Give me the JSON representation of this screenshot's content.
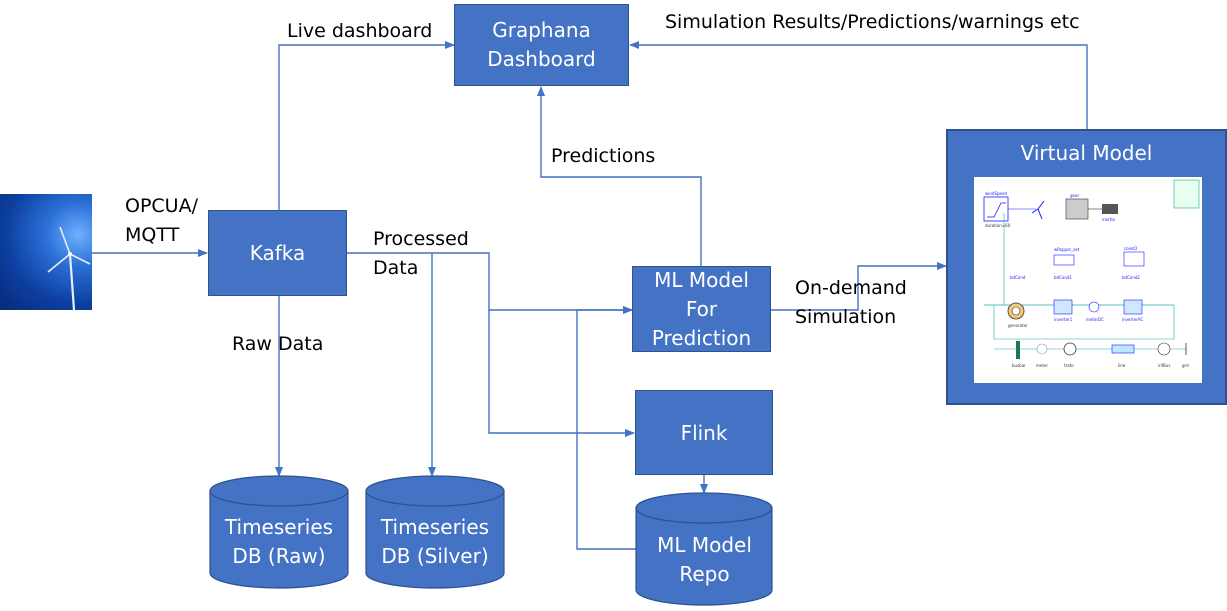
{
  "nodes": {
    "kafka": "Kafka",
    "graphana_l1": "Graphana",
    "graphana_l2": "Dashboard",
    "ml_model_l1": "ML Model",
    "ml_model_l2": "For",
    "ml_model_l3": "Prediction",
    "flink": "Flink",
    "virtual_model": "Virtual Model",
    "db_raw_l1": "Timeseries",
    "db_raw_l2": "DB (Raw)",
    "db_silver_l1": "Timeseries",
    "db_silver_l2": "DB (Silver)",
    "ml_repo_l1": "ML Model",
    "ml_repo_l2": "Repo"
  },
  "edges": {
    "opcua_l1": "OPCUA/",
    "opcua_l2": "MQTT",
    "live_dashboard": "Live dashboard",
    "simulation_results": "Simulation Results/Predictions/warnings etc",
    "predictions": "Predictions",
    "processed_l1": "Processed",
    "processed_l2": "Data",
    "raw_data": "Raw Data",
    "on_demand_l1": "On-demand",
    "on_demand_l2": "Simulation"
  },
  "virtual_model_diagram": {
    "wind_speed": "windSpeed",
    "duration": "duration=60",
    "gear": "gear",
    "inertia": "inertia",
    "generator": "generator",
    "bd_cond": "bdCond",
    "bd_cond1": "bdCond1",
    "bd_cond2": "bdCond2",
    "p_set": "wPoppar_set",
    "meter_dc": "meterDC",
    "inverter_ac": "inverterAC",
    "inverter1": "inverter1",
    "bus_bar": "busbar",
    "meter": "meter",
    "trafo": "trafo",
    "line": "line",
    "inf_bus": "infBus",
    "grd": "grd",
    "const2": "const2"
  },
  "colors": {
    "box_fill": "#4472C4",
    "box_border": "#2F528F",
    "connector": "#4472C4"
  }
}
